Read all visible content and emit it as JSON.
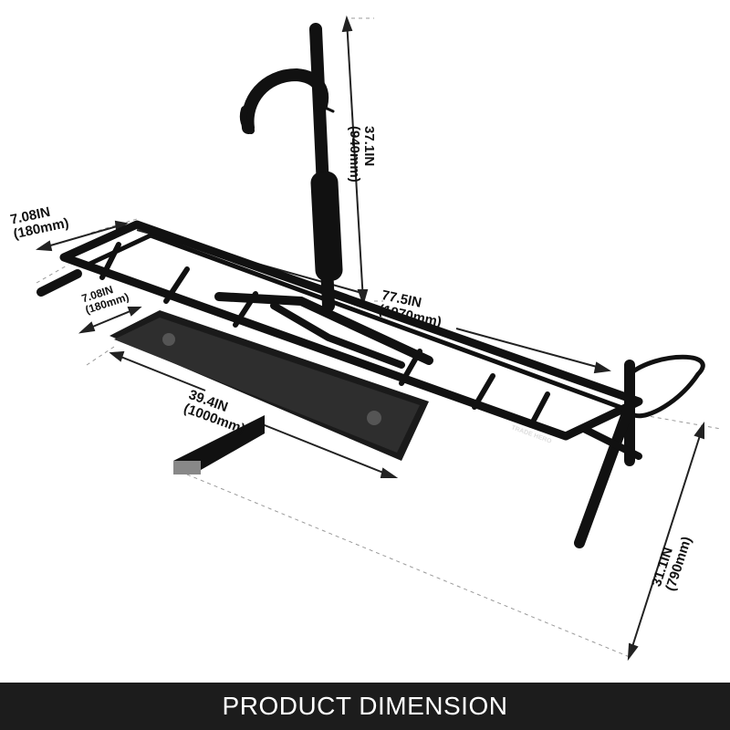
{
  "dimensions": {
    "platform_width": {
      "inches": "7.08IN",
      "mm": "(180mm)"
    },
    "tray_width": {
      "inches": "7.08IN",
      "mm": "(180mm)"
    },
    "overall_length": {
      "inches": "77.5IN",
      "mm": "(1970mm)"
    },
    "mast_height": {
      "inches": "37.1IN",
      "mm": "(940mm)"
    },
    "tray_length": {
      "inches": "39.4IN",
      "mm": "(1000mm)"
    },
    "hitch_depth": {
      "inches": "31.1IN",
      "mm": "(790mm)"
    }
  },
  "brand": {
    "logo_text": "TRADE HERO"
  },
  "footer": {
    "title": "PRODUCT DIMENSION"
  },
  "colors": {
    "frame": "#111111",
    "footer_bg": "#1c1c1c",
    "footer_text": "#ffffff",
    "dim_line": "#222222",
    "guide": "#9a9a9a"
  }
}
